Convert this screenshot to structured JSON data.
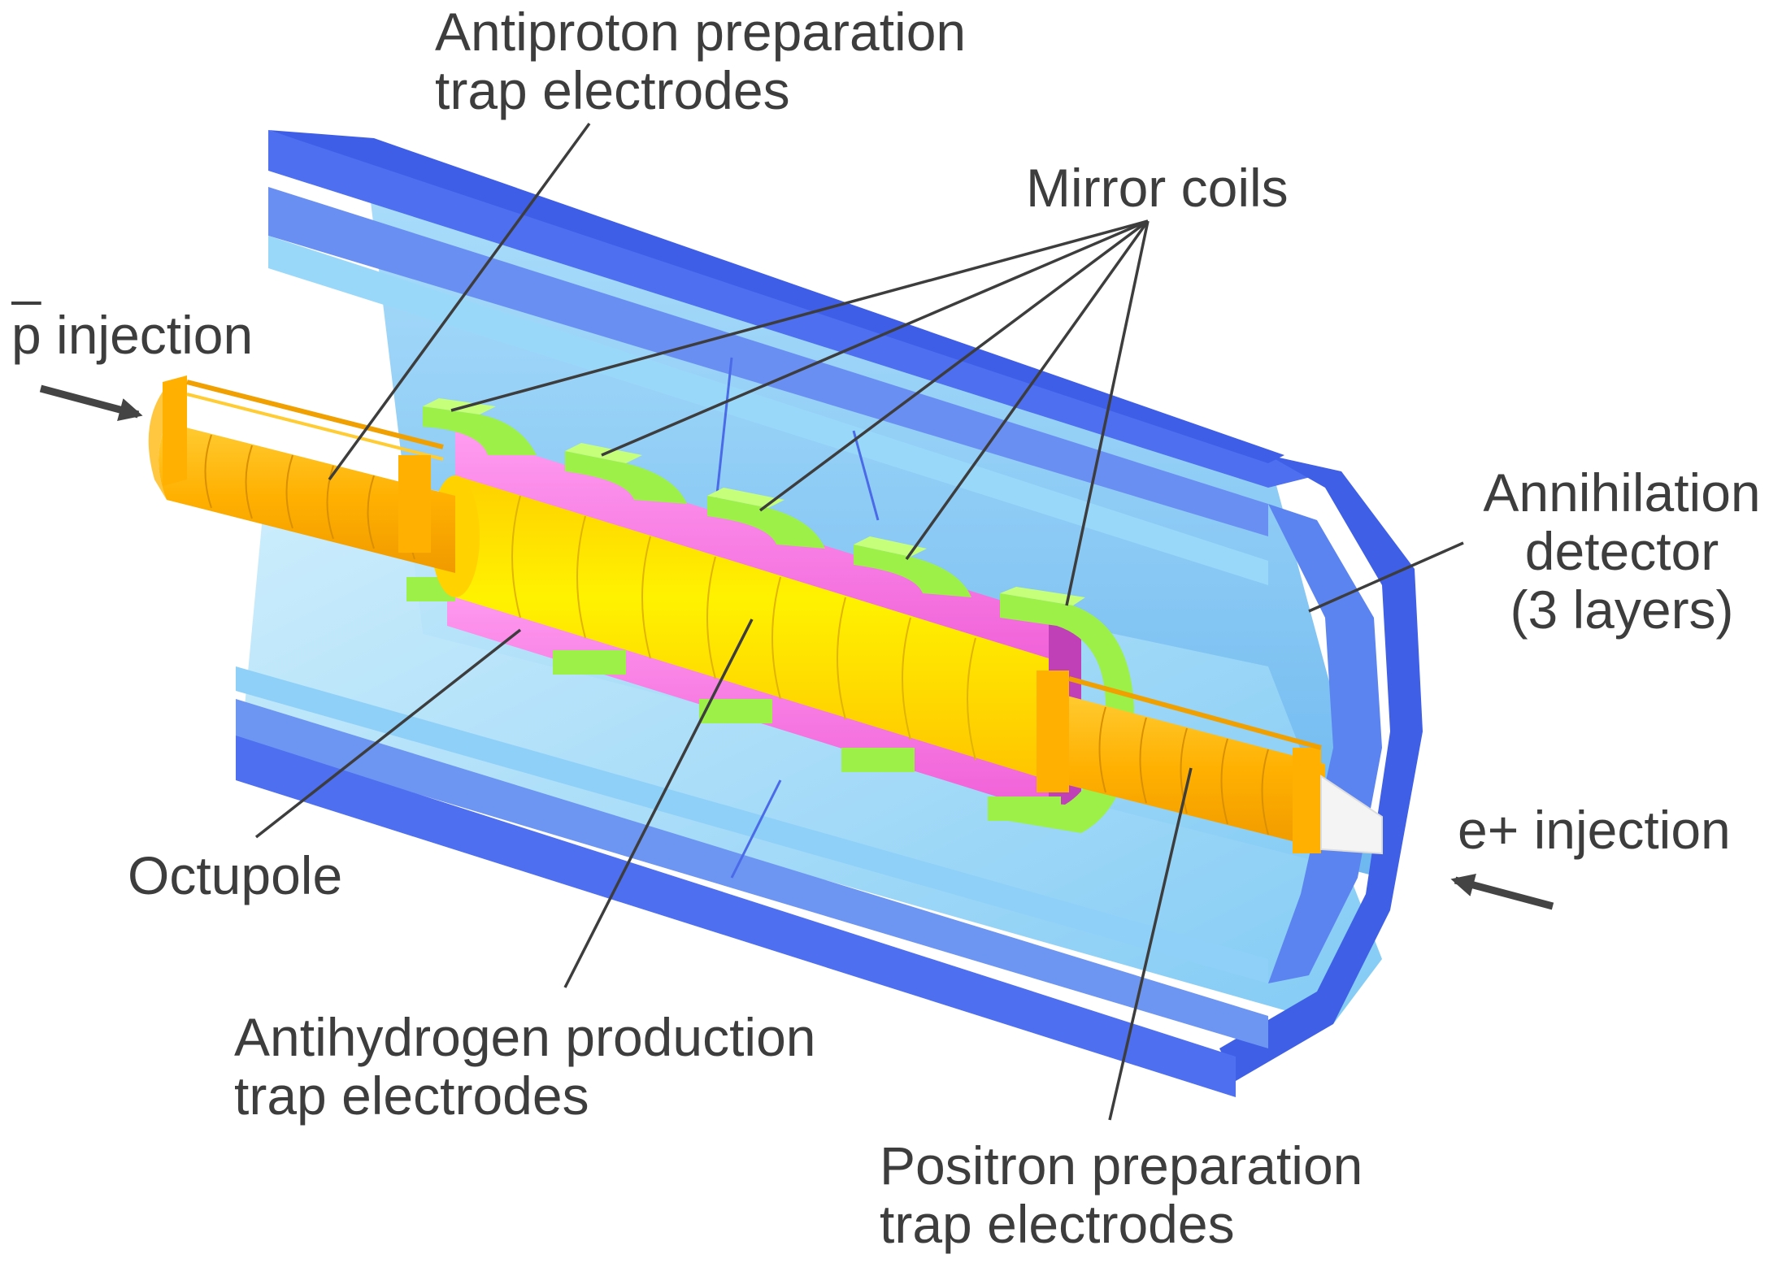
{
  "labels": {
    "antiproton_prep_line1": "Antiproton preparation",
    "antiproton_prep_line2": "trap electrodes",
    "mirror_coils": "Mirror coils",
    "pbar_symbol": "p",
    "pbar_injection_text": " injection",
    "annihilation_line1": "Annihilation",
    "annihilation_line2": "detector",
    "annihilation_line3": "(3 layers)",
    "eplus_injection": "e+ injection",
    "octupole": "Octupole",
    "antihydrogen_line1": "Antihydrogen production",
    "antihydrogen_line2": "trap electrodes",
    "positron_line1": "Positron preparation",
    "positron_line2": "trap electrodes"
  },
  "colors": {
    "detector_outer": "#4d6ff0",
    "detector_mid": "#7aa2f5",
    "detector_inner": "#8fd0f8",
    "detector_floor": "#a5dcf8",
    "octupole": "#ff88e8",
    "octupole_dark": "#c040b8",
    "mirror_coil": "#9cf048",
    "mirror_coil_dark": "#58b020",
    "trap_yellow": "#ffe600",
    "trap_orange": "#ffb300",
    "callout_line": "#3d3d3d",
    "label_text": "#3d3d3d"
  }
}
